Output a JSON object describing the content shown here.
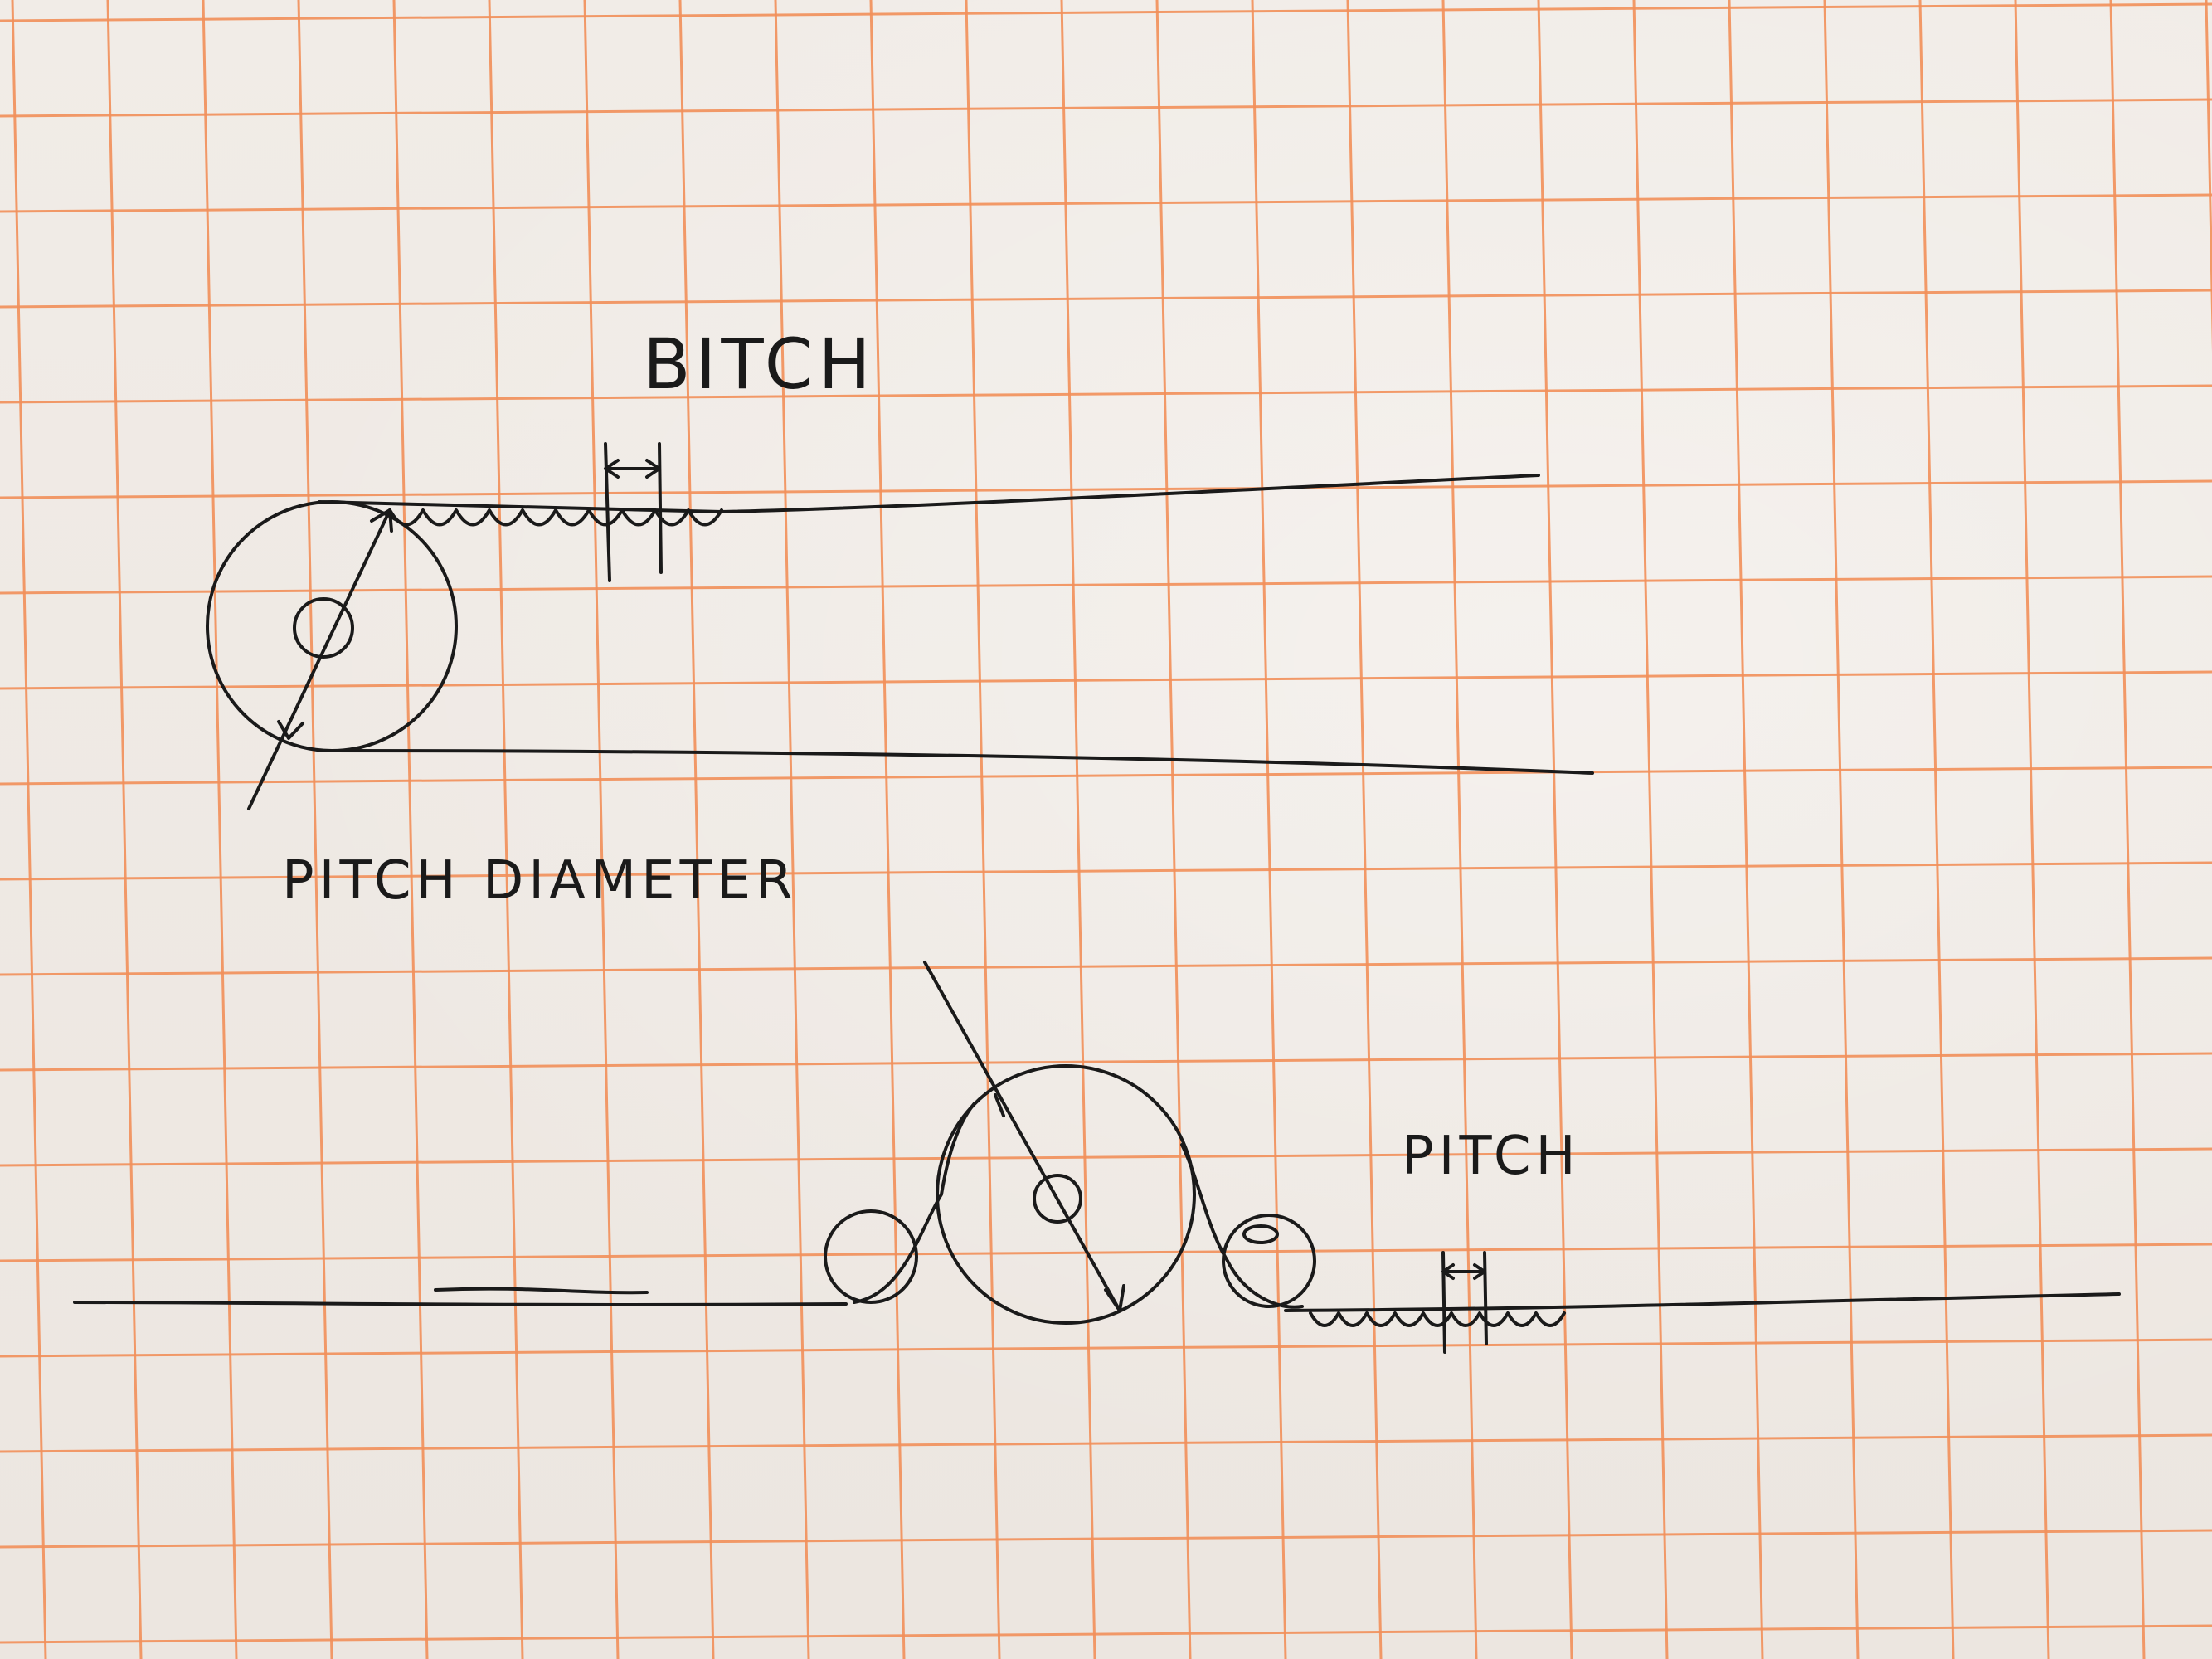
{
  "labels": {
    "top_pitch": "BITCH",
    "pitch_diameter": "PITCH DIAMETER",
    "bottom_pitch": "PITCH"
  },
  "colors": {
    "grid": "#f2905a",
    "ink": "#1a1a1a",
    "paper": "#efe9e4"
  }
}
